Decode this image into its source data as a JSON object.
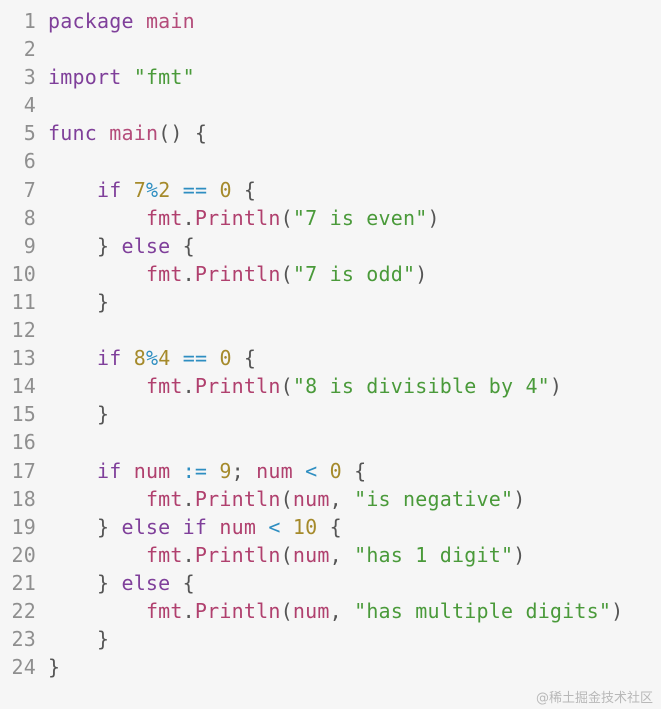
{
  "lines": [
    {
      "n": "1",
      "tokens": [
        [
          "kw",
          "package"
        ],
        [
          "plain",
          " "
        ],
        [
          "fn",
          "main"
        ]
      ]
    },
    {
      "n": "2",
      "tokens": []
    },
    {
      "n": "3",
      "tokens": [
        [
          "kw",
          "import"
        ],
        [
          "plain",
          " "
        ],
        [
          "str",
          "\"fmt\""
        ]
      ]
    },
    {
      "n": "4",
      "tokens": []
    },
    {
      "n": "5",
      "tokens": [
        [
          "kw",
          "func"
        ],
        [
          "plain",
          " "
        ],
        [
          "fn",
          "main"
        ],
        [
          "pk",
          "() {"
        ]
      ]
    },
    {
      "n": "6",
      "tokens": []
    },
    {
      "n": "7",
      "tokens": [
        [
          "plain",
          "    "
        ],
        [
          "kw",
          "if"
        ],
        [
          "plain",
          " "
        ],
        [
          "num",
          "7"
        ],
        [
          "op",
          "%"
        ],
        [
          "num",
          "2"
        ],
        [
          "plain",
          " "
        ],
        [
          "op",
          "=="
        ],
        [
          "plain",
          " "
        ],
        [
          "num",
          "0"
        ],
        [
          "pk",
          " {"
        ]
      ]
    },
    {
      "n": "8",
      "tokens": [
        [
          "plain",
          "        "
        ],
        [
          "id",
          "fmt"
        ],
        [
          "pk",
          "."
        ],
        [
          "id",
          "Println"
        ],
        [
          "pk",
          "("
        ],
        [
          "str",
          "\"7 is even\""
        ],
        [
          "pk",
          ")"
        ]
      ]
    },
    {
      "n": "9",
      "tokens": [
        [
          "pk",
          "    } "
        ],
        [
          "kw",
          "else"
        ],
        [
          "pk",
          " {"
        ]
      ]
    },
    {
      "n": "10",
      "tokens": [
        [
          "plain",
          "        "
        ],
        [
          "id",
          "fmt"
        ],
        [
          "pk",
          "."
        ],
        [
          "id",
          "Println"
        ],
        [
          "pk",
          "("
        ],
        [
          "str",
          "\"7 is odd\""
        ],
        [
          "pk",
          ")"
        ]
      ]
    },
    {
      "n": "11",
      "tokens": [
        [
          "pk",
          "    }"
        ]
      ]
    },
    {
      "n": "12",
      "tokens": []
    },
    {
      "n": "13",
      "tokens": [
        [
          "plain",
          "    "
        ],
        [
          "kw",
          "if"
        ],
        [
          "plain",
          " "
        ],
        [
          "num",
          "8"
        ],
        [
          "op",
          "%"
        ],
        [
          "num",
          "4"
        ],
        [
          "plain",
          " "
        ],
        [
          "op",
          "=="
        ],
        [
          "plain",
          " "
        ],
        [
          "num",
          "0"
        ],
        [
          "pk",
          " {"
        ]
      ]
    },
    {
      "n": "14",
      "tokens": [
        [
          "plain",
          "        "
        ],
        [
          "id",
          "fmt"
        ],
        [
          "pk",
          "."
        ],
        [
          "id",
          "Println"
        ],
        [
          "pk",
          "("
        ],
        [
          "str",
          "\"8 is divisible by 4\""
        ],
        [
          "pk",
          ")"
        ]
      ]
    },
    {
      "n": "15",
      "tokens": [
        [
          "pk",
          "    }"
        ]
      ]
    },
    {
      "n": "16",
      "tokens": []
    },
    {
      "n": "17",
      "tokens": [
        [
          "plain",
          "    "
        ],
        [
          "kw",
          "if"
        ],
        [
          "plain",
          " "
        ],
        [
          "id",
          "num"
        ],
        [
          "plain",
          " "
        ],
        [
          "op",
          ":="
        ],
        [
          "plain",
          " "
        ],
        [
          "num",
          "9"
        ],
        [
          "pk",
          "; "
        ],
        [
          "id",
          "num"
        ],
        [
          "plain",
          " "
        ],
        [
          "op",
          "<"
        ],
        [
          "plain",
          " "
        ],
        [
          "num",
          "0"
        ],
        [
          "pk",
          " {"
        ]
      ]
    },
    {
      "n": "18",
      "tokens": [
        [
          "plain",
          "        "
        ],
        [
          "id",
          "fmt"
        ],
        [
          "pk",
          "."
        ],
        [
          "id",
          "Println"
        ],
        [
          "pk",
          "("
        ],
        [
          "id",
          "num"
        ],
        [
          "pk",
          ", "
        ],
        [
          "str",
          "\"is negative\""
        ],
        [
          "pk",
          ")"
        ]
      ]
    },
    {
      "n": "19",
      "tokens": [
        [
          "pk",
          "    } "
        ],
        [
          "kw",
          "else"
        ],
        [
          "plain",
          " "
        ],
        [
          "kw",
          "if"
        ],
        [
          "plain",
          " "
        ],
        [
          "id",
          "num"
        ],
        [
          "plain",
          " "
        ],
        [
          "op",
          "<"
        ],
        [
          "plain",
          " "
        ],
        [
          "num",
          "10"
        ],
        [
          "pk",
          " {"
        ]
      ]
    },
    {
      "n": "20",
      "tokens": [
        [
          "plain",
          "        "
        ],
        [
          "id",
          "fmt"
        ],
        [
          "pk",
          "."
        ],
        [
          "id",
          "Println"
        ],
        [
          "pk",
          "("
        ],
        [
          "id",
          "num"
        ],
        [
          "pk",
          ", "
        ],
        [
          "str",
          "\"has 1 digit\""
        ],
        [
          "pk",
          ")"
        ]
      ]
    },
    {
      "n": "21",
      "tokens": [
        [
          "pk",
          "    } "
        ],
        [
          "kw",
          "else"
        ],
        [
          "pk",
          " {"
        ]
      ]
    },
    {
      "n": "22",
      "tokens": [
        [
          "plain",
          "        "
        ],
        [
          "id",
          "fmt"
        ],
        [
          "pk",
          "."
        ],
        [
          "id",
          "Println"
        ],
        [
          "pk",
          "("
        ],
        [
          "id",
          "num"
        ],
        [
          "pk",
          ", "
        ],
        [
          "str",
          "\"has multiple digits\""
        ],
        [
          "pk",
          ")"
        ]
      ]
    },
    {
      "n": "23",
      "tokens": [
        [
          "pk",
          "    }"
        ]
      ]
    },
    {
      "n": "24",
      "tokens": [
        [
          "pk",
          "}"
        ]
      ]
    }
  ],
  "watermark": "@稀土掘金技术社区"
}
